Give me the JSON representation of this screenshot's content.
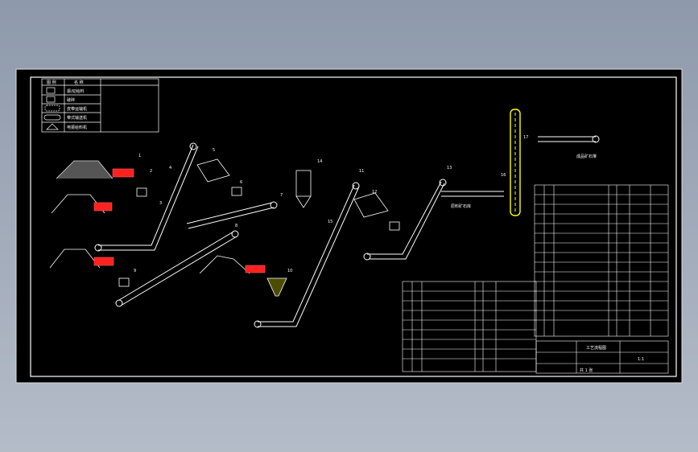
{
  "legend": {
    "header": [
      "图 例",
      "名 称"
    ],
    "rows": [
      "振/动给料",
      "破碎",
      "皮带运输机",
      "带式输送机",
      "电振给料机"
    ]
  },
  "labels": {
    "feed_section": "原料矿石库",
    "product_section": "成品矿石堆",
    "blank": ""
  },
  "callouts": [
    "1",
    "2",
    "3",
    "4",
    "5",
    "6",
    "7",
    "8",
    "9",
    "10",
    "11",
    "12",
    "13",
    "14",
    "15",
    "16",
    "17"
  ],
  "title_block": {
    "drawing_name": "工艺流程图",
    "scale": "1:1",
    "sheet": "共 1 张"
  },
  "colors": {
    "background": "#000000",
    "line": "#ffffff",
    "equipment": "#ff2020",
    "highlight": "#ffff00",
    "frame_outer": "#ffffff"
  }
}
